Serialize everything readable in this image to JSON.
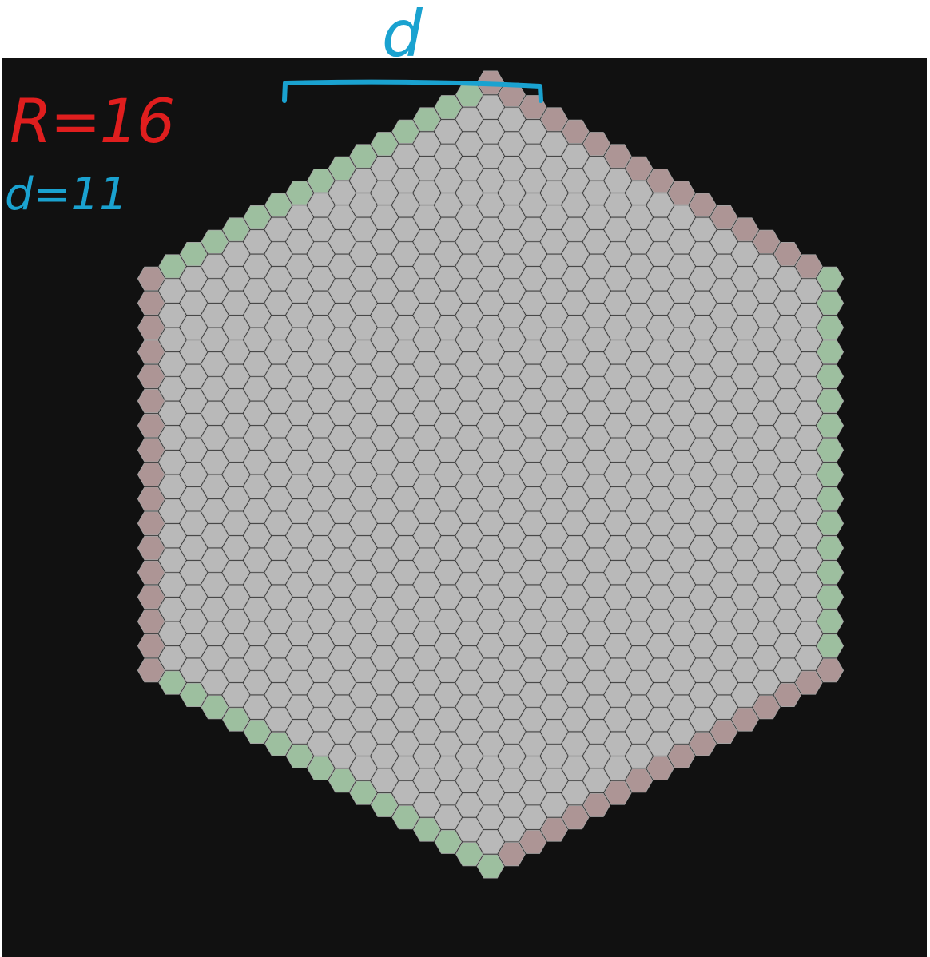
{
  "annotations": {
    "r_label": "R=16",
    "d_label": "d=11",
    "bracket_label": "d"
  },
  "grid": {
    "radius": 16,
    "spacing": 11
  },
  "colors": {
    "background": "#111111",
    "page": "#ffffff",
    "cell_default": "#b9b9b9",
    "cell_stroke": "#a3a3a3",
    "cell_red": "#ad9595",
    "cell_green": "#9dbf9f",
    "annotation_red": "#e01e1e",
    "annotation_blue": "#1aa2d0"
  }
}
